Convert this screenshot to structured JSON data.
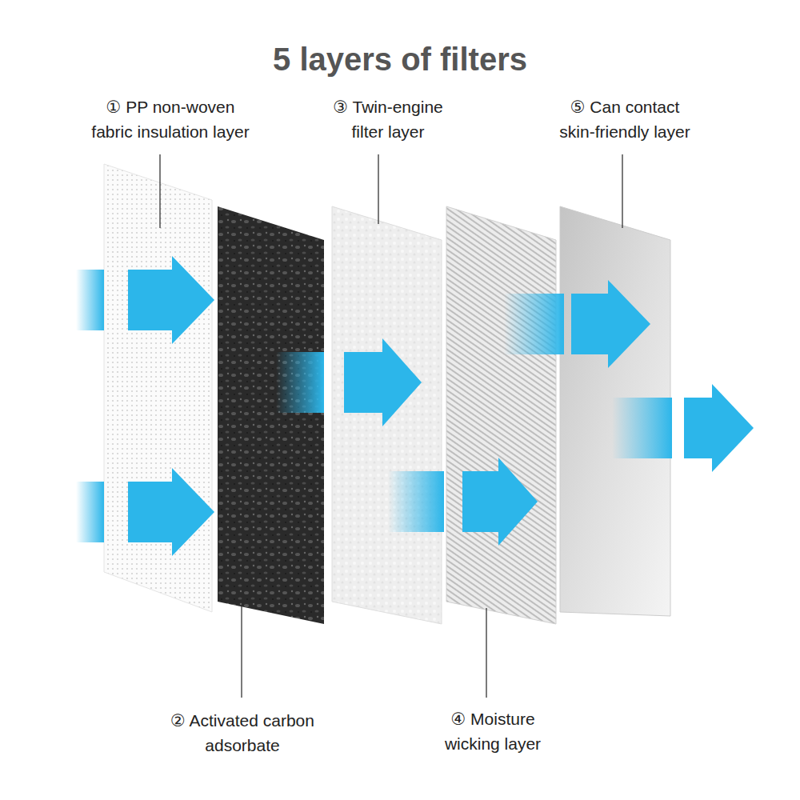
{
  "diagram": {
    "title": "5 layers of filters",
    "labels": [
      "① PP non-woven fabric insulation layer",
      "③ Twin-engine filter layer",
      "⑤ Can contact skin-friendly layer",
      "② Activated carbon adsorbate",
      "④ Moisture wicking layer"
    ]
  }
}
